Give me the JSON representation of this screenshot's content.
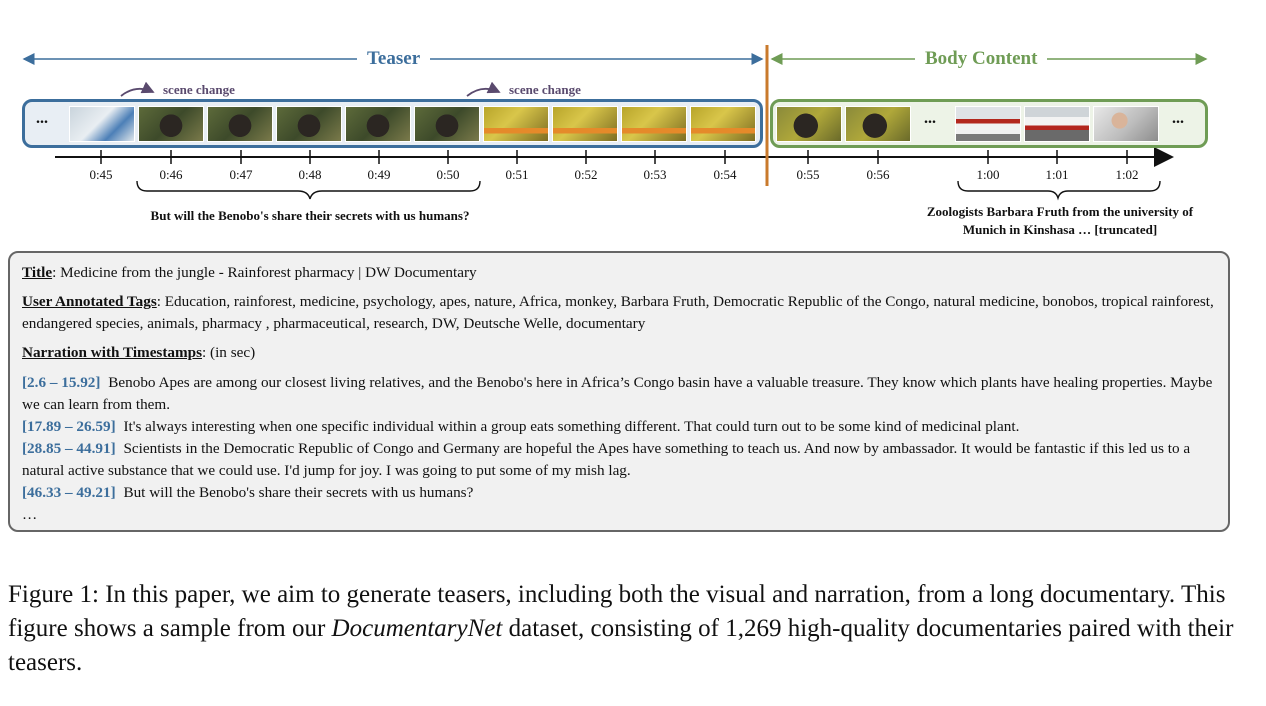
{
  "figure": {
    "teaser_label": "Teaser",
    "body_label": "Body Content",
    "scene_change_label": "scene change",
    "ellipsis": "...",
    "teaser_ticks": [
      "0:45",
      "0:46",
      "0:47",
      "0:48",
      "0:49",
      "0:50",
      "0:51",
      "0:52",
      "0:53",
      "0:54"
    ],
    "body_ticks": [
      "0:55",
      "0:56",
      "1:00",
      "1:01",
      "1:02"
    ],
    "teaser_caption": "But will the Benobo's share their secrets with us humans?",
    "body_caption_line1": "Zoologists Barbara Fruth from the university of",
    "body_caption_line2": "Munich in Kinshasa … [truncated]",
    "colors": {
      "teaser": "#3c6e9c",
      "body": "#6f9c55",
      "divider": "#c97a2c",
      "scene": "#5a4a6e"
    }
  },
  "info": {
    "title_label": "Title",
    "title_value": ":  Medicine from the jungle - Rainforest pharmacy | DW Documentary",
    "tags_label": "User Annotated Tags",
    "tags_value": ":  Education, rainforest, medicine, psychology, apes, nature, Africa, monkey, Barbara Fruth, Democratic Republic of the Congo, natural medicine, bonobos, tropical rainforest, endangered species, animals, pharmacy , pharmaceutical, research, DW, Deutsche Welle, documentary",
    "narration_label": "Narration with Timestamps",
    "narration_unit": ": (in sec)",
    "narration": [
      {
        "ts": "[2.6 – 15.92]",
        "text": "Benobo Apes are among our closest living relatives, and the Benobo's here in Africa’s Congo basin have a valuable treasure. They know which plants have healing properties. Maybe we can learn from them."
      },
      {
        "ts": "[17.89 – 26.59]",
        "text": "It's always interesting when one specific individual within a group eats something different. That could turn out to be some kind of medicinal plant."
      },
      {
        "ts": "[28.85 – 44.91]",
        "text": "Scientists in the Democratic Republic of Congo and Germany are hopeful the Apes have something to teach us. And now by ambassador. It would be fantastic if this led us to a natural active substance that we could use. I'd jump for joy. I was going to put some of my mish lag."
      },
      {
        "ts": "[46.33 – 49.21]",
        "text": "But will the Benobo's share their secrets with us humans?"
      }
    ],
    "trailing": "…"
  },
  "caption": {
    "prefix": "Figure 1: In this paper, we aim to generate teasers, including both the visual and narration, from a long documentary. This figure shows a sample from our ",
    "emph": "DocumentaryNet",
    "suffix": " dataset, consisting of 1,269 high-quality documentaries paired with their teasers."
  }
}
